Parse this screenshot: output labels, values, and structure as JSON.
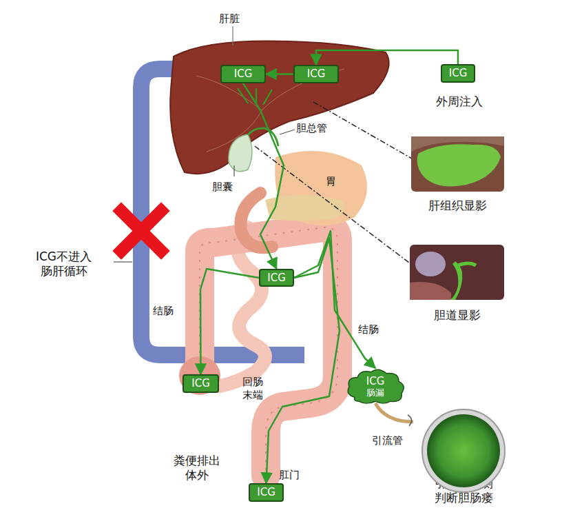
{
  "diagram": {
    "nodes": [
      {
        "text": [
          "ICG",
          "外周注入"
        ]
      },
      {
        "text": [
          "ICG"
        ]
      },
      {
        "text": [
          "ICG"
        ]
      },
      {
        "text": [
          "ICG"
        ]
      },
      {
        "text": [
          "ICG"
        ]
      },
      {
        "text": [
          "ICG",
          "肠漏"
        ]
      },
      {
        "text": [
          "ICG"
        ]
      },
      {
        "text": [
          "肝组织显影"
        ]
      },
      {
        "text": [
          "胆道显影"
        ]
      },
      {
        "text": [
          "引流液检测 判断胆肠瘘"
        ]
      }
    ],
    "edges": [
      {
        "from": 0,
        "to": 1,
        "arrow": "to"
      },
      {
        "from": 1,
        "to": 2,
        "arrow": "to"
      },
      {
        "from": 2,
        "to": 3,
        "arrow": "to"
      },
      {
        "from": 3,
        "to": 4,
        "arrow": "to"
      },
      {
        "from": 3,
        "to": 5,
        "arrow": "to"
      },
      {
        "from": 3,
        "to": 6,
        "arrow": "to"
      }
    ],
    "labels": [
      "肝脏",
      "胆总管",
      "胆囊",
      "胃",
      "ICG不进入 肠肝循环",
      "结肠",
      "结肠",
      "回肠 末端",
      "粪便排出 体外",
      "肛门",
      "引流管"
    ]
  }
}
